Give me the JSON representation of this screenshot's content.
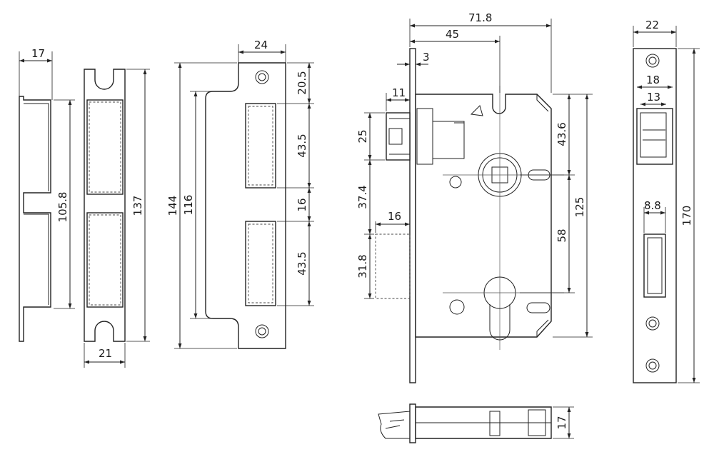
{
  "dimensions": {
    "edge_profile_width": "17",
    "strike_plate_height": "105.8",
    "strike_plate_width": "21",
    "strike_plate_total": "137",
    "keeper_width": "24",
    "keeper_top": "20.5",
    "keeper_slot_1": "43.5",
    "keeper_gap": "16",
    "keeper_slot_2": "43.5",
    "keeper_total": "144",
    "keeper_inner": "116",
    "body_width": "71.8",
    "backset": "45",
    "faceplate_thickness": "3",
    "latch_projection": "11",
    "latch_height": "25",
    "latch_to_bolt": "37.4",
    "bolt_projection": "16",
    "bolt_height": "31.8",
    "spindle_to_top": "43.6",
    "centre_distance": "58",
    "body_height": "125",
    "faceplate_width": "22",
    "latch_window_outer": "18",
    "latch_window_inner": "13",
    "bolt_window": "8.8",
    "faceplate_height": "170",
    "body_depth": "17"
  }
}
